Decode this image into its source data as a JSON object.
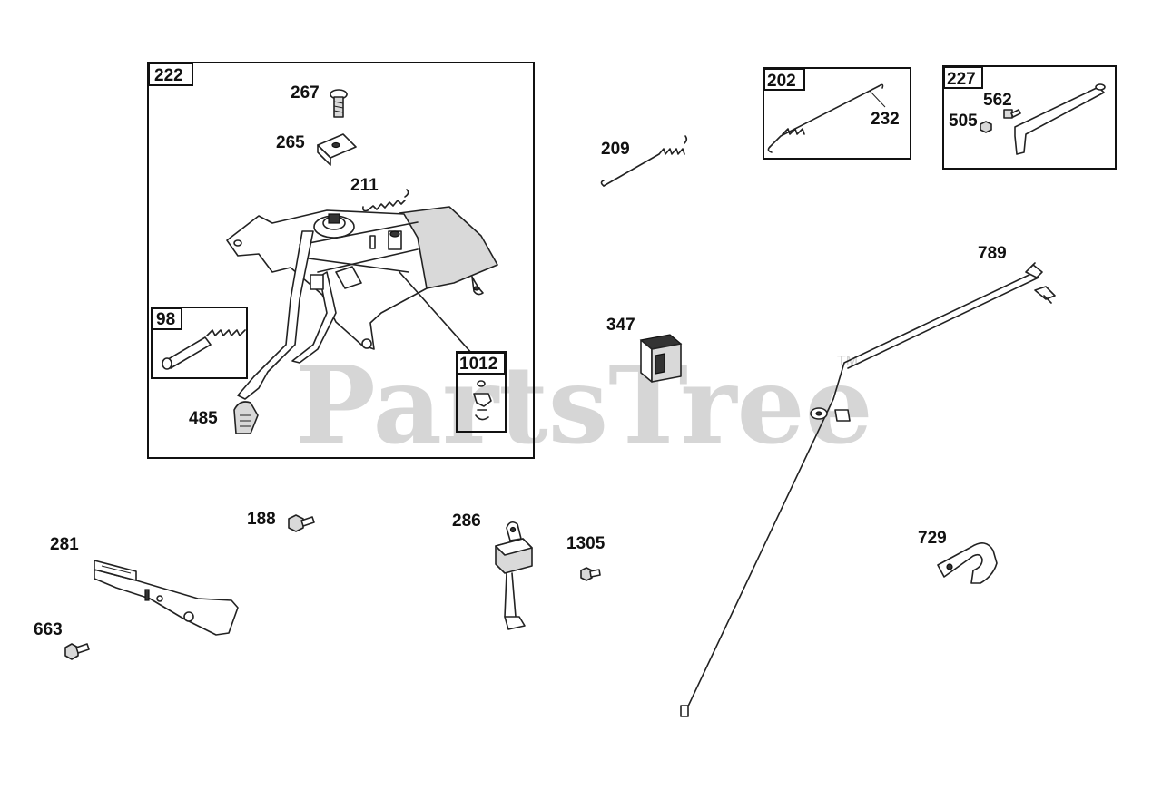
{
  "watermark": {
    "text": "PartsTree",
    "trademark": "TM"
  },
  "group_labels": {
    "g222": "222",
    "g98": "98",
    "g1012": "1012",
    "g202": "202",
    "g227": "227"
  },
  "callouts": {
    "p267": "267",
    "p265": "265",
    "p211": "211",
    "p485": "485",
    "p209": "209",
    "p232": "232",
    "p562": "562",
    "p505": "505",
    "p789": "789",
    "p347": "347",
    "p188": "188",
    "p281": "281",
    "p663": "663",
    "p286": "286",
    "p1305": "1305",
    "p729": "729"
  }
}
